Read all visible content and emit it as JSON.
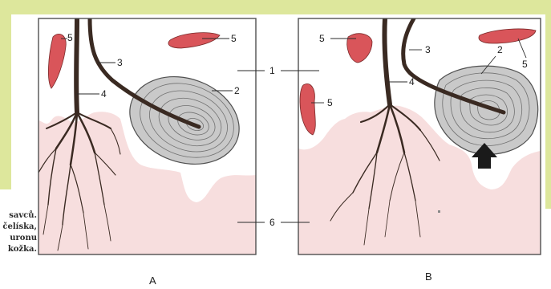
{
  "caption_lines": [
    "savců.",
    "čelíska,",
    "uronu",
    "kožka."
  ],
  "panels": [
    {
      "id": "A",
      "label": "A"
    },
    {
      "id": "B",
      "label": "B"
    }
  ],
  "numbers": {
    "n1": "1",
    "n2": "2",
    "n3": "3",
    "n4": "4",
    "n5": "5",
    "n6": "6"
  },
  "colors": {
    "background_band": "#dde79c",
    "skin_pink": "#f7dede",
    "gland_red": "#d9555a",
    "hair_dark": "#3a2a22",
    "follicle_gray": "#c9c9c9",
    "frame": "#505050"
  }
}
